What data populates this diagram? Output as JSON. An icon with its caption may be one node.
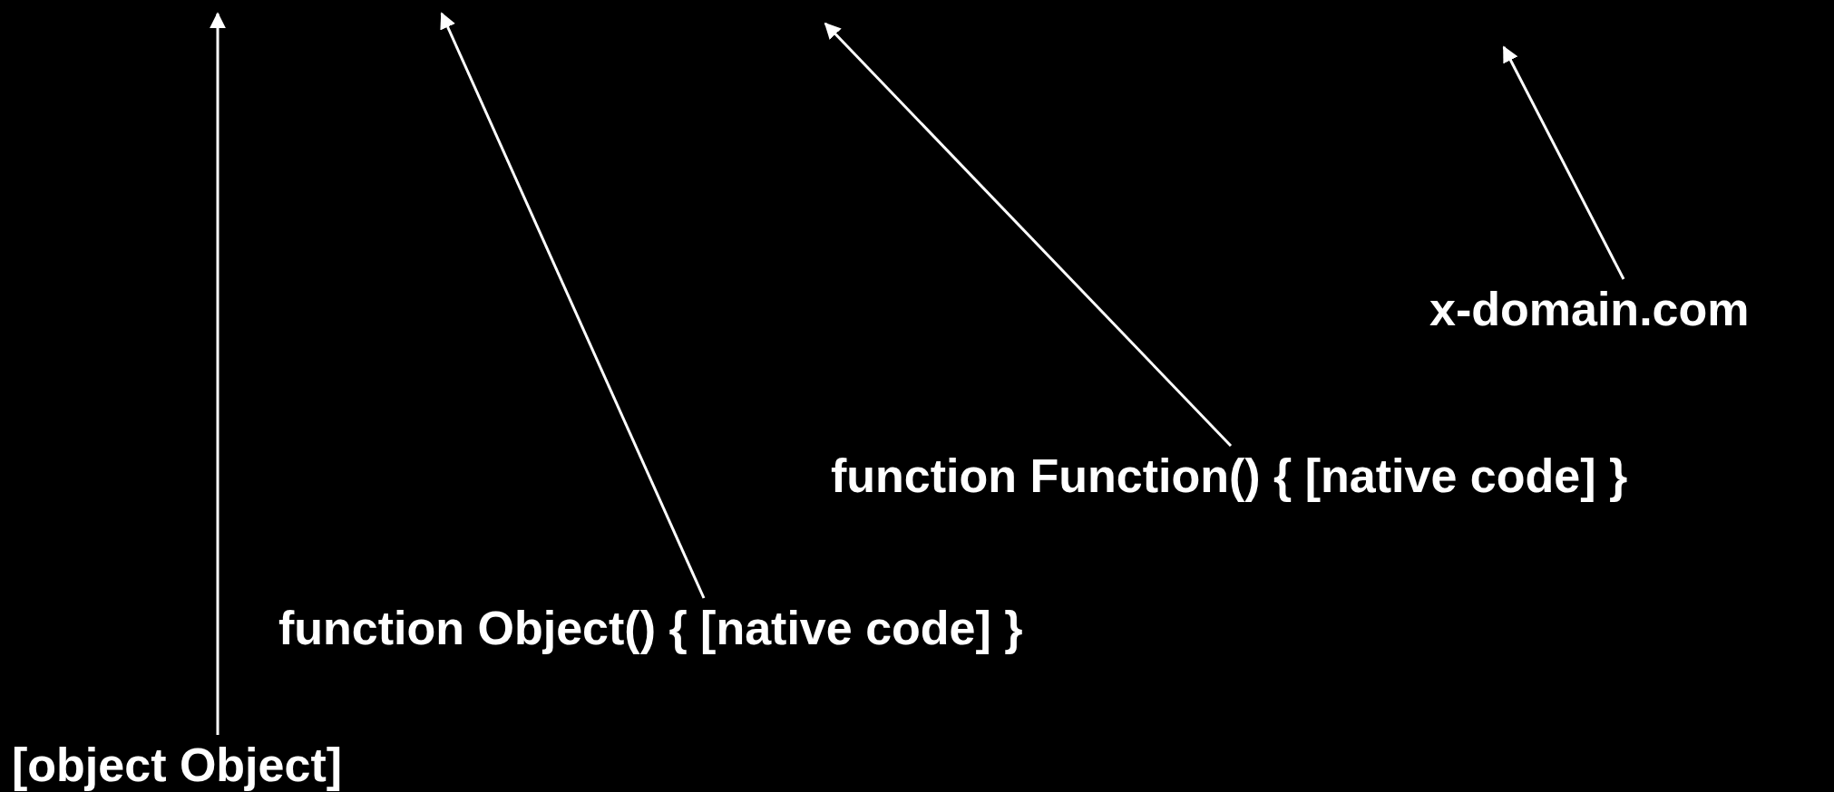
{
  "diagram": {
    "nodes": [
      {
        "text": [
          "[object Object]"
        ]
      },
      {
        "text": [
          "function Object() { [native code] }"
        ]
      },
      {
        "text": [
          "function Function() { [native code] }"
        ]
      },
      {
        "text": [
          "x-domain.com"
        ]
      }
    ],
    "edges": [
      {
        "from": 0,
        "to": null,
        "arrow": "to"
      },
      {
        "from": 1,
        "to": null,
        "arrow": "to"
      },
      {
        "from": 2,
        "to": null,
        "arrow": "to"
      },
      {
        "from": 3,
        "to": null,
        "arrow": "to"
      }
    ]
  }
}
